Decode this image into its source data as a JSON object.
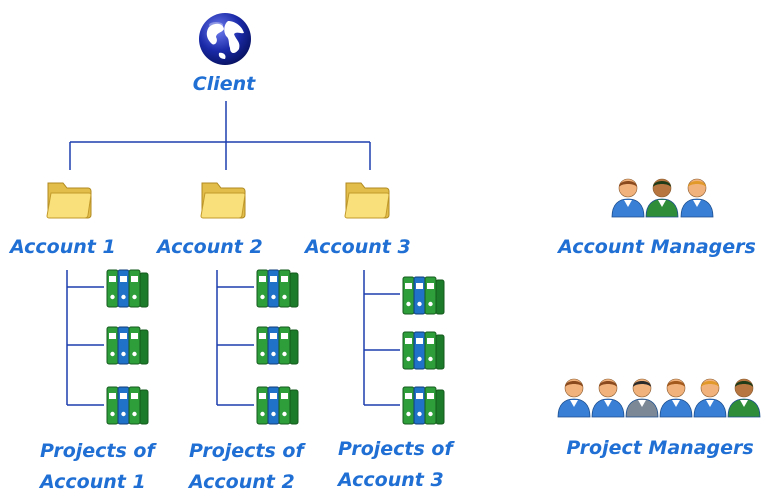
{
  "diagram": {
    "root": {
      "label": "Client",
      "icon": "globe-icon"
    },
    "accounts": [
      {
        "label": "Account 1",
        "projects_label_line1": "Projects of",
        "projects_label_line2": "Account 1",
        "project_count": 3
      },
      {
        "label": "Account 2",
        "projects_label_line1": "Projects of",
        "projects_label_line2": "Account 2",
        "project_count": 3
      },
      {
        "label": "Account 3",
        "projects_label_line1": "Projects of",
        "projects_label_line2": "Account 3",
        "project_count": 3
      }
    ],
    "account_managers": {
      "label": "Account Managers",
      "count": 3
    },
    "project_managers": {
      "label": "Project Managers",
      "count": 6
    },
    "colors": {
      "label": "#1f6fd4",
      "line": "#1e3fae",
      "folder": "#f7dc6f",
      "binder_green": "#2e9e3a",
      "binder_blue": "#1f72c8"
    },
    "icons": [
      "globe-icon",
      "folder-icon",
      "binder-stack-icon",
      "person-icon"
    ]
  }
}
